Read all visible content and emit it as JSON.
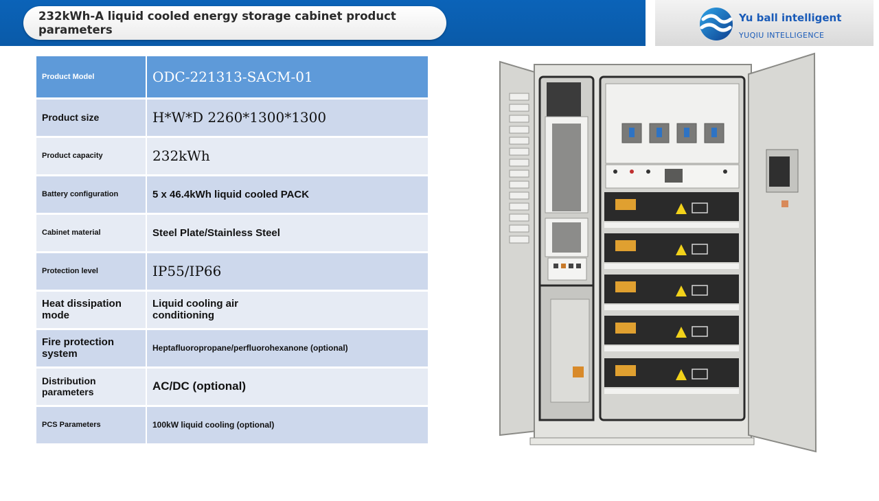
{
  "header": {
    "title": "232kWh-A liquid cooled energy storage cabinet product parameters"
  },
  "logo": {
    "name": "Yu ball intelligent",
    "subtitle": "YUQIU INTELLIGENCE"
  },
  "params": {
    "head": {
      "label": "Product Model",
      "value": "ODC-221313-SACM-01"
    },
    "rows": [
      {
        "label": "Product size",
        "value": "H*W*D 2260*1300*1300"
      },
      {
        "label": "Product capacity",
        "value": "232kWh"
      },
      {
        "label": "Battery configuration",
        "value": "5 x 46.4kWh liquid cooled PACK"
      },
      {
        "label": "Cabinet material",
        "value": "Steel Plate/Stainless Steel"
      },
      {
        "label": "Protection level",
        "value": "IP55/IP66"
      },
      {
        "label": "Heat dissipation mode",
        "value": "Liquid cooling air conditioning"
      },
      {
        "label": "Fire protection system",
        "value": "Heptafluoropropane/perfluorohexanone (optional)"
      },
      {
        "label": "Distribution parameters",
        "value": "AC/DC (optional)"
      },
      {
        "label": "PCS Parameters",
        "value": "100kW liquid cooling (optional)"
      }
    ]
  },
  "colors": {
    "header_blue": "#0b63b8",
    "table_head": "#5e9ad9",
    "row_alt_a": "#cdd8ec",
    "row_alt_b": "#e6ebf4",
    "logo_blue": "#1a5bb8"
  },
  "icons": {
    "logo": "yuqiu-logo-icon",
    "cabinet": "energy-storage-cabinet-illustration"
  }
}
